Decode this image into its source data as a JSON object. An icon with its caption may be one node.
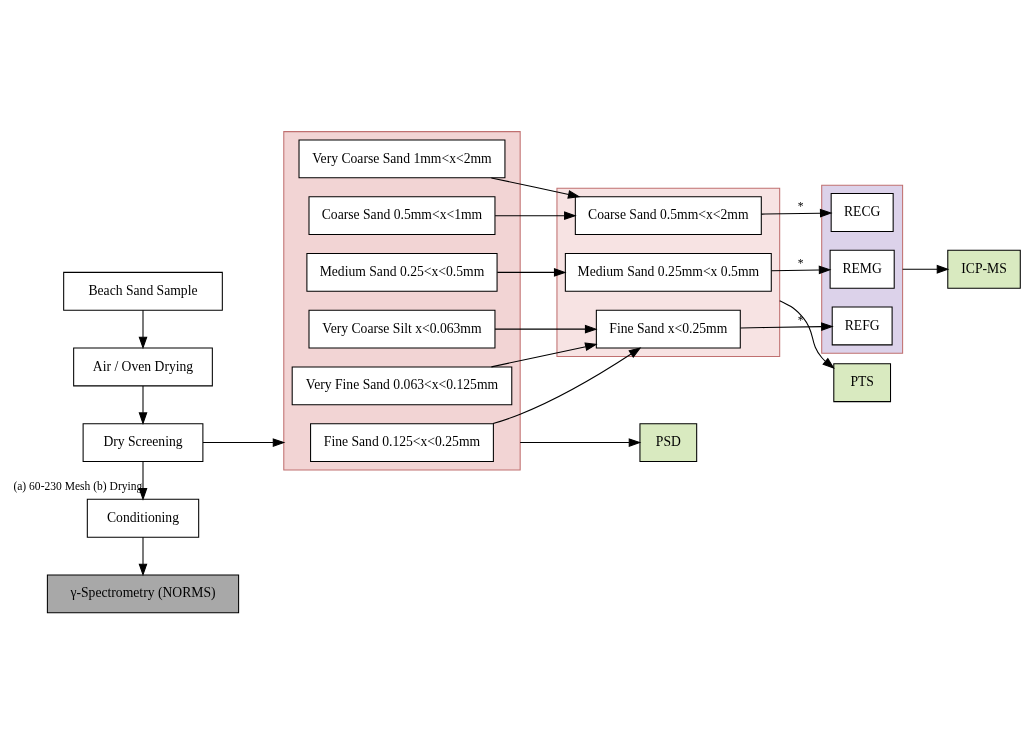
{
  "diagram": {
    "nodes": [
      {
        "text": [
          "Beach Sand Sample"
        ]
      },
      {
        "text": [
          "Air / Oven Drying"
        ]
      },
      {
        "text": [
          "Dry Screening"
        ]
      },
      {
        "text": [
          "Conditioning"
        ]
      },
      {
        "text": [
          "γ-Spectrometry (NORMS)"
        ]
      },
      {
        "text": [],
        "shape": "box"
      },
      {
        "text": [
          "Very Coarse Sand 1mm<x<2mm"
        ],
        "in": 5
      },
      {
        "text": [
          "Coarse Sand 0.5mm<x<1mm"
        ],
        "in": 5
      },
      {
        "text": [
          "Medium Sand 0.25<x<0.5mm"
        ],
        "in": 5
      },
      {
        "text": [
          "Fine Sand 0.125<x<0.25mm"
        ],
        "in": 5
      },
      {
        "text": [
          "Very Fine Sand 0.063<x<0.125mm"
        ],
        "in": 5
      },
      {
        "text": [
          "Very Coarse Silt x<0.063mm"
        ],
        "in": 5
      },
      {
        "text": [],
        "shape": "box"
      },
      {
        "text": [
          "Coarse Sand 0.5mm<x<2mm"
        ],
        "in": 12
      },
      {
        "text": [
          "Medium Sand 0.25mm<x 0.5mm"
        ],
        "in": 12
      },
      {
        "text": [
          "Fine Sand x<0.25mm"
        ],
        "in": 12
      },
      {
        "text": [],
        "shape": "box"
      },
      {
        "text": [
          "RECG"
        ],
        "in": 16
      },
      {
        "text": [
          "REMG"
        ],
        "in": 16
      },
      {
        "text": [
          "REFG"
        ],
        "in": 16
      },
      {
        "text": [
          "PSD"
        ]
      },
      {
        "text": [
          "PTS"
        ]
      },
      {
        "text": [
          "ICP-MS"
        ]
      }
    ],
    "edges": [
      {
        "from": 0,
        "to": 1,
        "arrow": "to"
      },
      {
        "from": 1,
        "to": 2,
        "arrow": "to"
      },
      {
        "from": 2,
        "to": 3,
        "arrow": "to",
        "label": "(a) 60-230 Mesh (b) Drying"
      },
      {
        "from": 3,
        "to": 4,
        "arrow": "to"
      },
      {
        "from": 2,
        "to": 5,
        "arrow": "to"
      },
      {
        "from": 6,
        "to": 13,
        "arrow": "to"
      },
      {
        "from": 7,
        "to": 13,
        "arrow": "to"
      },
      {
        "from": 8,
        "to": 14,
        "arrow": "to"
      },
      {
        "from": 9,
        "to": 15,
        "arrow": "to"
      },
      {
        "from": 10,
        "to": 15,
        "arrow": "to"
      },
      {
        "from": 11,
        "to": 15,
        "arrow": "to"
      },
      {
        "from": 13,
        "to": 17,
        "arrow": "to",
        "label": "*"
      },
      {
        "from": 14,
        "to": 18,
        "arrow": "to",
        "label": "*"
      },
      {
        "from": 15,
        "to": 19,
        "arrow": "to",
        "label": "*"
      },
      {
        "from": 5,
        "to": 20,
        "arrow": "to"
      },
      {
        "from": 12,
        "to": 21,
        "arrow": "to"
      },
      {
        "from": 16,
        "to": 22,
        "arrow": "to"
      }
    ]
  }
}
